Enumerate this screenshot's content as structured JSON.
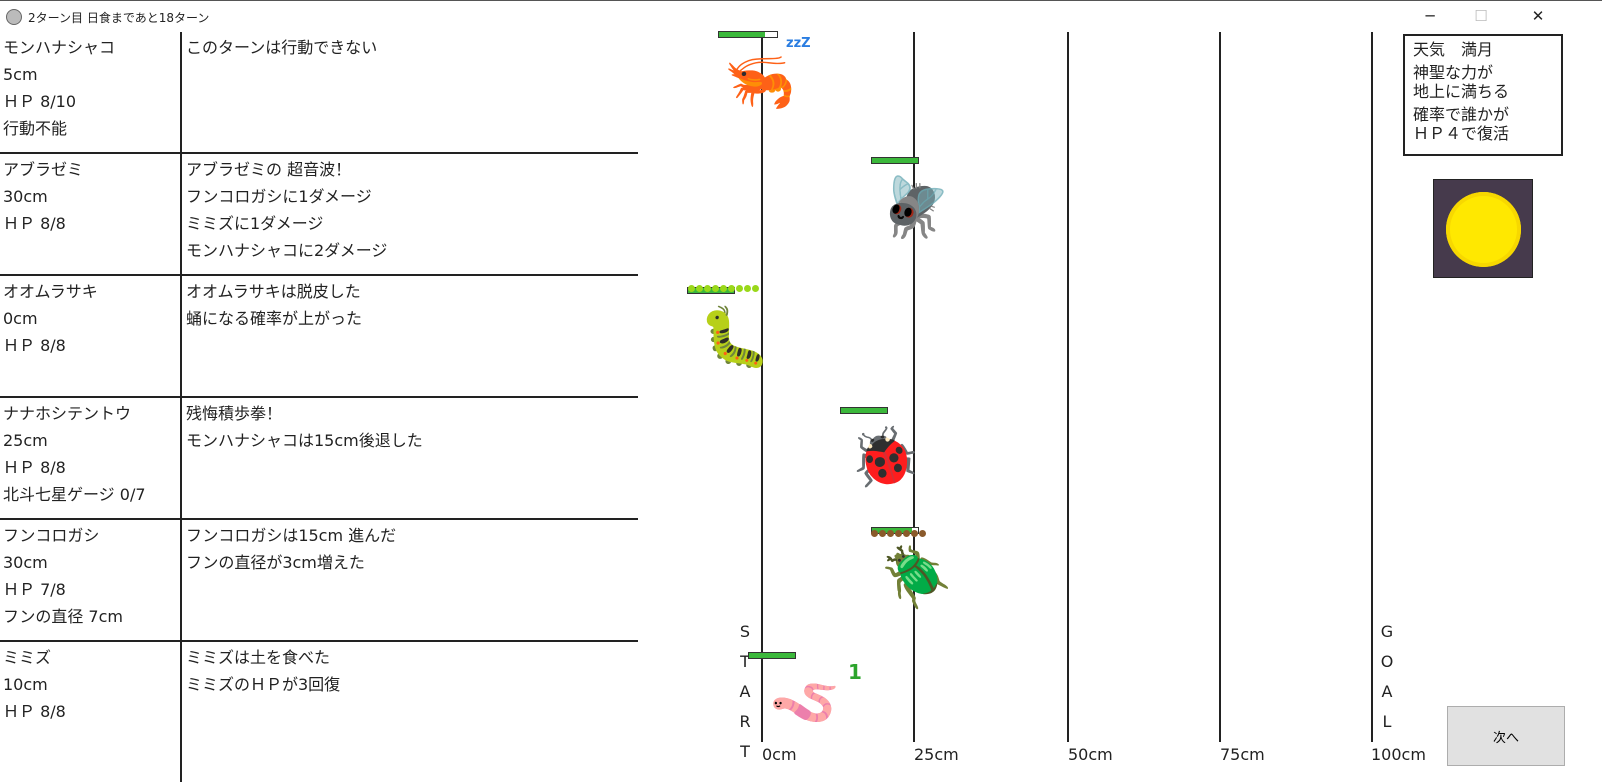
{
  "window": {
    "title": "2ターン目 日食まであと18ターン",
    "minimize": "─",
    "maximize": "☐",
    "close": "✕"
  },
  "creatures": [
    {
      "name": "モンハナシャコ",
      "pos": "5cm",
      "hp": "ＨＰ 8/10",
      "extra": "行動不能",
      "log": [
        "このターンは行動できない"
      ],
      "hp_fraction": 0.8,
      "icon": "mantis-shrimp",
      "emoji": "🦐"
    },
    {
      "name": "アブラゼミ",
      "pos": "30cm",
      "hp": "ＨＰ 8/8",
      "extra": "",
      "log": [
        "アブラゼミの 超音波！",
        "フンコロガシに1ダメージ",
        "ミミズに1ダメージ",
        "モンハナシャコに2ダメージ"
      ],
      "hp_fraction": 1,
      "icon": "cicada",
      "emoji": "🪰"
    },
    {
      "name": "オオムラサキ",
      "pos": "0cm",
      "hp": "ＨＰ 8/8",
      "extra": "",
      "log": [
        "オオムラサキは脱皮した",
        "蛹になる確率が上がった"
      ],
      "hp_fraction": 1,
      "icon": "caterpillar",
      "emoji": "🐛"
    },
    {
      "name": "ナナホシテントウ",
      "pos": "25cm",
      "hp": "ＨＰ 8/8",
      "extra": "北斗七星ゲージ 0/7",
      "log": [
        "残悔積歩拳！",
        "モンハナシャコは15cm後退した"
      ],
      "hp_fraction": 1,
      "icon": "ladybug",
      "emoji": "🐞"
    },
    {
      "name": "フンコロガシ",
      "pos": "30cm",
      "hp": "ＨＰ 7/8",
      "extra": "フンの直径 7cm",
      "log": [
        "フンコロガシは15cm 進んだ",
        "フンの直径が3cm増えた"
      ],
      "hp_fraction": 0.875,
      "icon": "dung-beetle",
      "emoji": "🪲"
    },
    {
      "name": "ミミズ",
      "pos": "10cm",
      "hp": "ＨＰ 8/8",
      "extra": "",
      "log": [
        "ミミズは土を食べた",
        "ミミズのＨＰが3回復"
      ],
      "hp_fraction": 1,
      "icon": "earthworm",
      "emoji": "🪱"
    }
  ],
  "track": {
    "ticks": [
      "0cm",
      "25cm",
      "50cm",
      "75cm",
      "100cm"
    ],
    "start": [
      "S",
      "T",
      "A",
      "R",
      "T"
    ],
    "goal": [
      "G",
      "O",
      "A",
      "L"
    ]
  },
  "sprites": {
    "sleep": "zzZ",
    "worm_counter": "1"
  },
  "weather": {
    "title": "天気　満月",
    "lines": [
      "神聖な力が",
      "地上に満ちる",
      "確率で誰かが",
      "ＨＰ４で復活"
    ]
  },
  "next_button": "次へ",
  "colors": {
    "hp": "#3bb83b",
    "moon": "#ffe800",
    "moon_bg": "#463a4c"
  }
}
